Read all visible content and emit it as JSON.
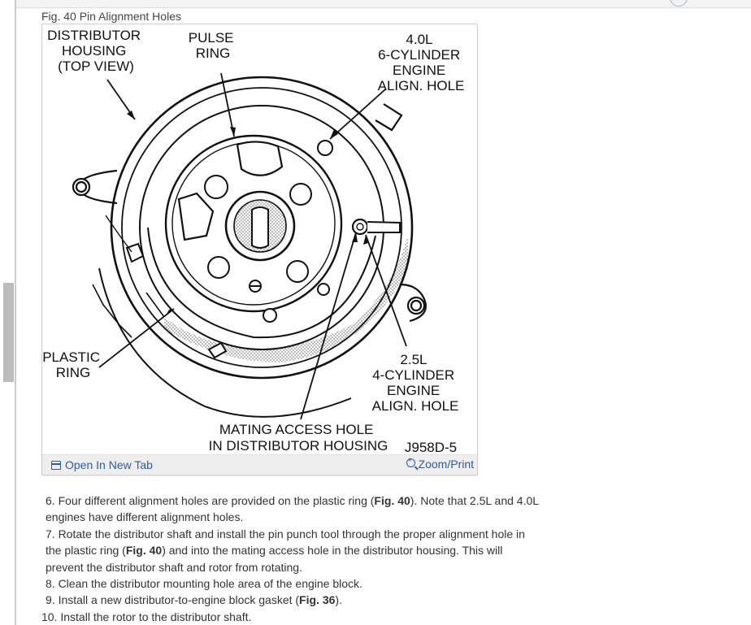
{
  "figure": {
    "caption": "Fig. 40 Pin Alignment Holes",
    "labels": {
      "distributor": [
        "DISTRIBUTOR",
        "HOUSING",
        "(TOP VIEW)"
      ],
      "pulse": [
        "PULSE",
        "RING"
      ],
      "engine40": [
        "4.0L",
        "6-CYLINDER",
        "ENGINE",
        "ALIGN. HOLE"
      ],
      "plastic": [
        "PLASTIC",
        "RING"
      ],
      "engine25": [
        "2.5L",
        "4-CYLINDER",
        "ENGINE",
        "ALIGN. HOLE"
      ],
      "mating": [
        "MATING ACCESS HOLE",
        "IN DISTRIBUTOR HOUSING"
      ],
      "code": "J958D-5"
    },
    "open_tab_label": "Open In New Tab",
    "zoom_label": "Zoom/Print"
  },
  "steps": [
    {
      "pre": "6. Four different alignment holes are provided on the plastic ring (",
      "ref": "Fig. 40",
      "post": "). Note that 2.5L and 4.0L engines have different alignment holes."
    },
    {
      "pre": "7. Rotate the distributor shaft and install the pin punch tool through the proper alignment hole in the plastic ring (",
      "ref": "Fig. 40",
      "post": ") and into the mating access hole in the distributor housing. This will prevent the distributor shaft and rotor from rotating."
    },
    {
      "pre": "8. Clean the distributor mounting hole area of the engine block.",
      "ref": "",
      "post": ""
    },
    {
      "pre": "9. Install a new distributor-to-engine block gasket (",
      "ref": "Fig. 36",
      "post": ")."
    },
    {
      "pre": "10. Install the rotor to the distributor shaft.",
      "ref": "",
      "post": ""
    }
  ]
}
